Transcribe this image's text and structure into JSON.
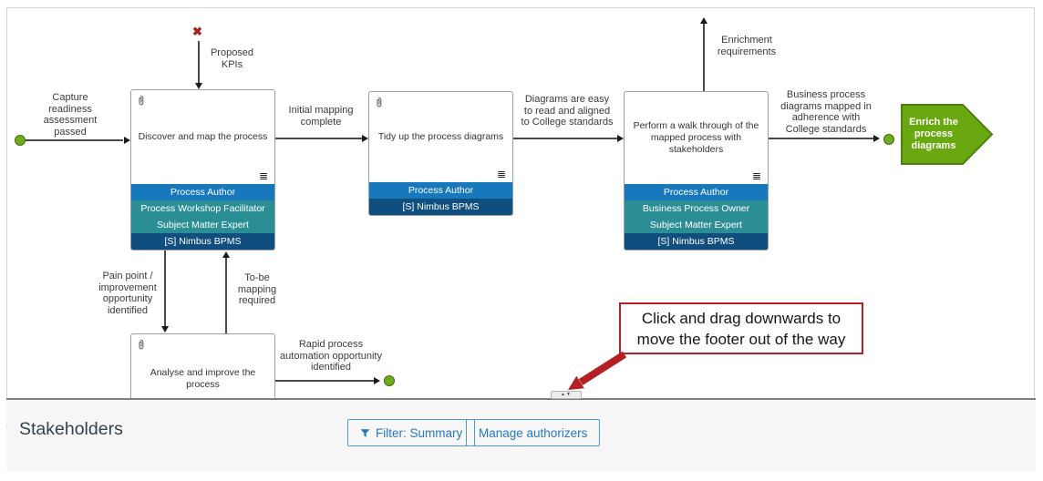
{
  "colors": {
    "bar_blue": "#1878bc",
    "bar_teal": "#2b8e95",
    "bar_navy": "#0f4e7d",
    "terminator_green": "#6fae1b",
    "terminator_green_border": "#44660f",
    "chevron_green": "#69a811",
    "chevron_green_border": "#517f0d",
    "reject_red": "#a91e1e",
    "callout_red": "#b42025",
    "button_blue": "#2878be",
    "footer_bg": "#f7f7f8",
    "footer_text": "#33424f"
  },
  "flow": {
    "start_label": "Capture\nreadiness\nassessment\npassed",
    "reject_glyph": "✖",
    "proposed_kpis_label": "Proposed\nKPIs",
    "initial_mapping_label": "Initial mapping\ncomplete",
    "diagrams_easy_label": "Diagrams are easy\nto read and aligned\nto College standards",
    "enrichment_label": "Enrichment\nrequirements",
    "business_mapped_label": "Business process\ndiagrams mapped in\nadherence with\nCollege standards",
    "pain_point_label": "Pain point /\nimprovement\nopportunity\nidentified",
    "to_be_label": "To-be\nmapping\nrequired",
    "rapid_label": "Rapid process\nautomation opportunity\nidentified",
    "statement_icon_glyph": "≣"
  },
  "boxes": [
    {
      "title": "Discover and map the process",
      "bars": [
        {
          "label": "Process Author",
          "color": "#1878bc"
        },
        {
          "label": "Process Workshop Facilitator",
          "color": "#2b8e95"
        },
        {
          "label": "Subject Matter Expert",
          "color": "#2b8e95"
        },
        {
          "label": "[S] Nimbus BPMS",
          "color": "#0f4e7d"
        }
      ]
    },
    {
      "title": "Tidy up the process diagrams",
      "bars": [
        {
          "label": "Process Author",
          "color": "#1878bc"
        },
        {
          "label": "[S] Nimbus BPMS",
          "color": "#0f4e7d"
        }
      ]
    },
    {
      "title": "Perform a walk through of the\nmapped process with\nstakeholders",
      "bars": [
        {
          "label": "Process Author",
          "color": "#1878bc"
        },
        {
          "label": "Business Process Owner",
          "color": "#2b8e95"
        },
        {
          "label": "Subject Matter Expert",
          "color": "#2b8e95"
        },
        {
          "label": "[S] Nimbus BPMS",
          "color": "#0f4e7d"
        }
      ]
    },
    {
      "title": "Analyse and improve the\nprocess",
      "bars": []
    }
  ],
  "chevron": {
    "label": "Enrich the\nprocess\ndiagrams"
  },
  "callout": {
    "text": "Click and drag downwards to\nmove the footer out of the way"
  },
  "drag_handle": {
    "glyph": "▲▼"
  },
  "footer": {
    "label_fragment": "r",
    "title": "Stakeholders",
    "filter_button_label": "Filter: Summary",
    "manage_button_label": "Manage authorizers"
  }
}
